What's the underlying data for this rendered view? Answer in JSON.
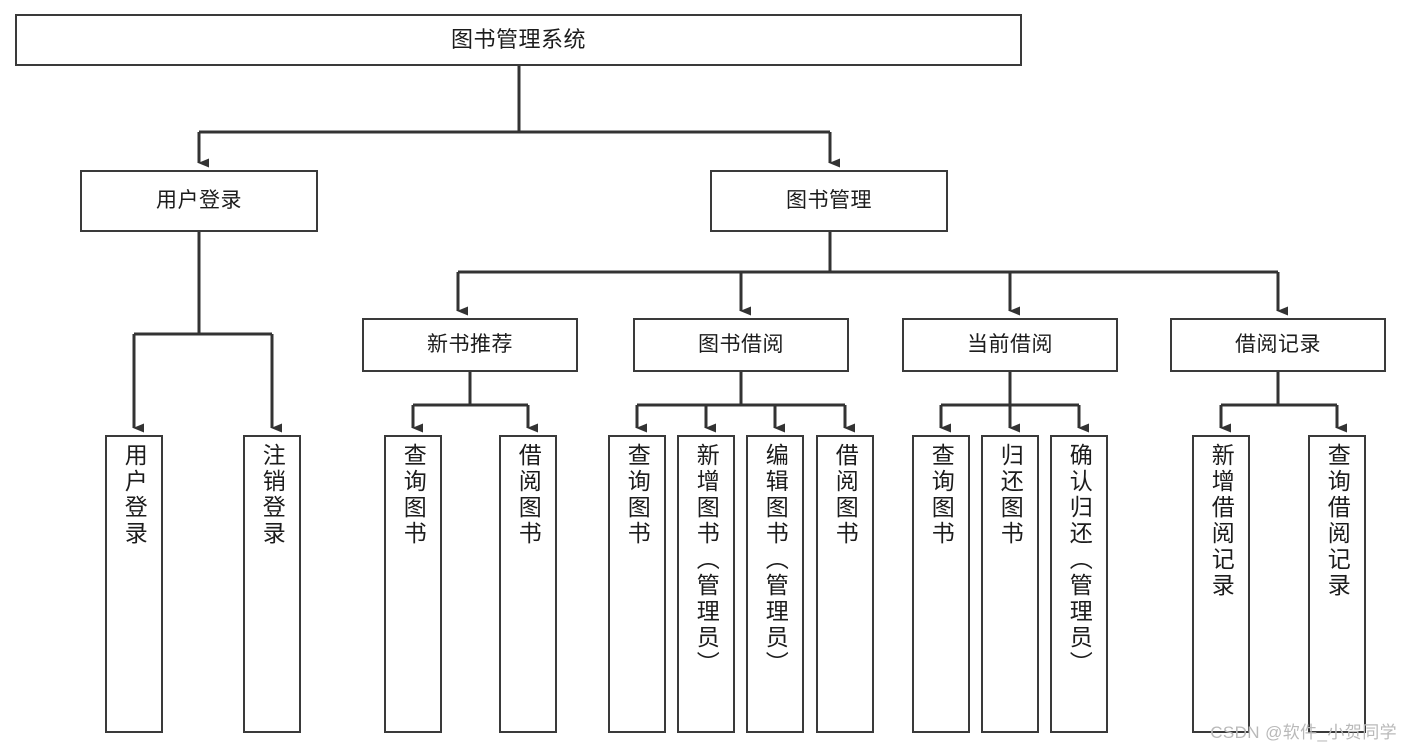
{
  "diagram": {
    "title": "图书管理系统",
    "type": "tree-hierarchy",
    "root": {
      "label": "图书管理系统"
    },
    "level2": [
      {
        "label": "用户登录"
      },
      {
        "label": "图书管理"
      }
    ],
    "level3": [
      {
        "label": "新书推荐"
      },
      {
        "label": "图书借阅"
      },
      {
        "label": "当前借阅"
      },
      {
        "label": "借阅记录"
      }
    ],
    "leaves": {
      "user_login": [
        {
          "label": "用户登录"
        },
        {
          "label": "注销登录"
        }
      ],
      "new_book_recommend": [
        {
          "label": "查询图书"
        },
        {
          "label": "借阅图书"
        }
      ],
      "book_borrow": [
        {
          "label": "查询图书"
        },
        {
          "label": "新增图书（管理员）"
        },
        {
          "label": "编辑图书（管理员）"
        },
        {
          "label": "借阅图书"
        }
      ],
      "current_borrow": [
        {
          "label": "查询图书"
        },
        {
          "label": "归还图书"
        },
        {
          "label": "确认归还（管理员）"
        }
      ],
      "borrow_record": [
        {
          "label": "新增借阅记录"
        },
        {
          "label": "查询借阅记录"
        }
      ]
    }
  },
  "watermark": {
    "text": "CSDN @软件_小贺同学"
  },
  "colors": {
    "box_border": "#3a3a3a",
    "line": "#333333",
    "text": "#1c1c1c",
    "background": "#ffffff",
    "watermark": "#b9b9b9"
  }
}
